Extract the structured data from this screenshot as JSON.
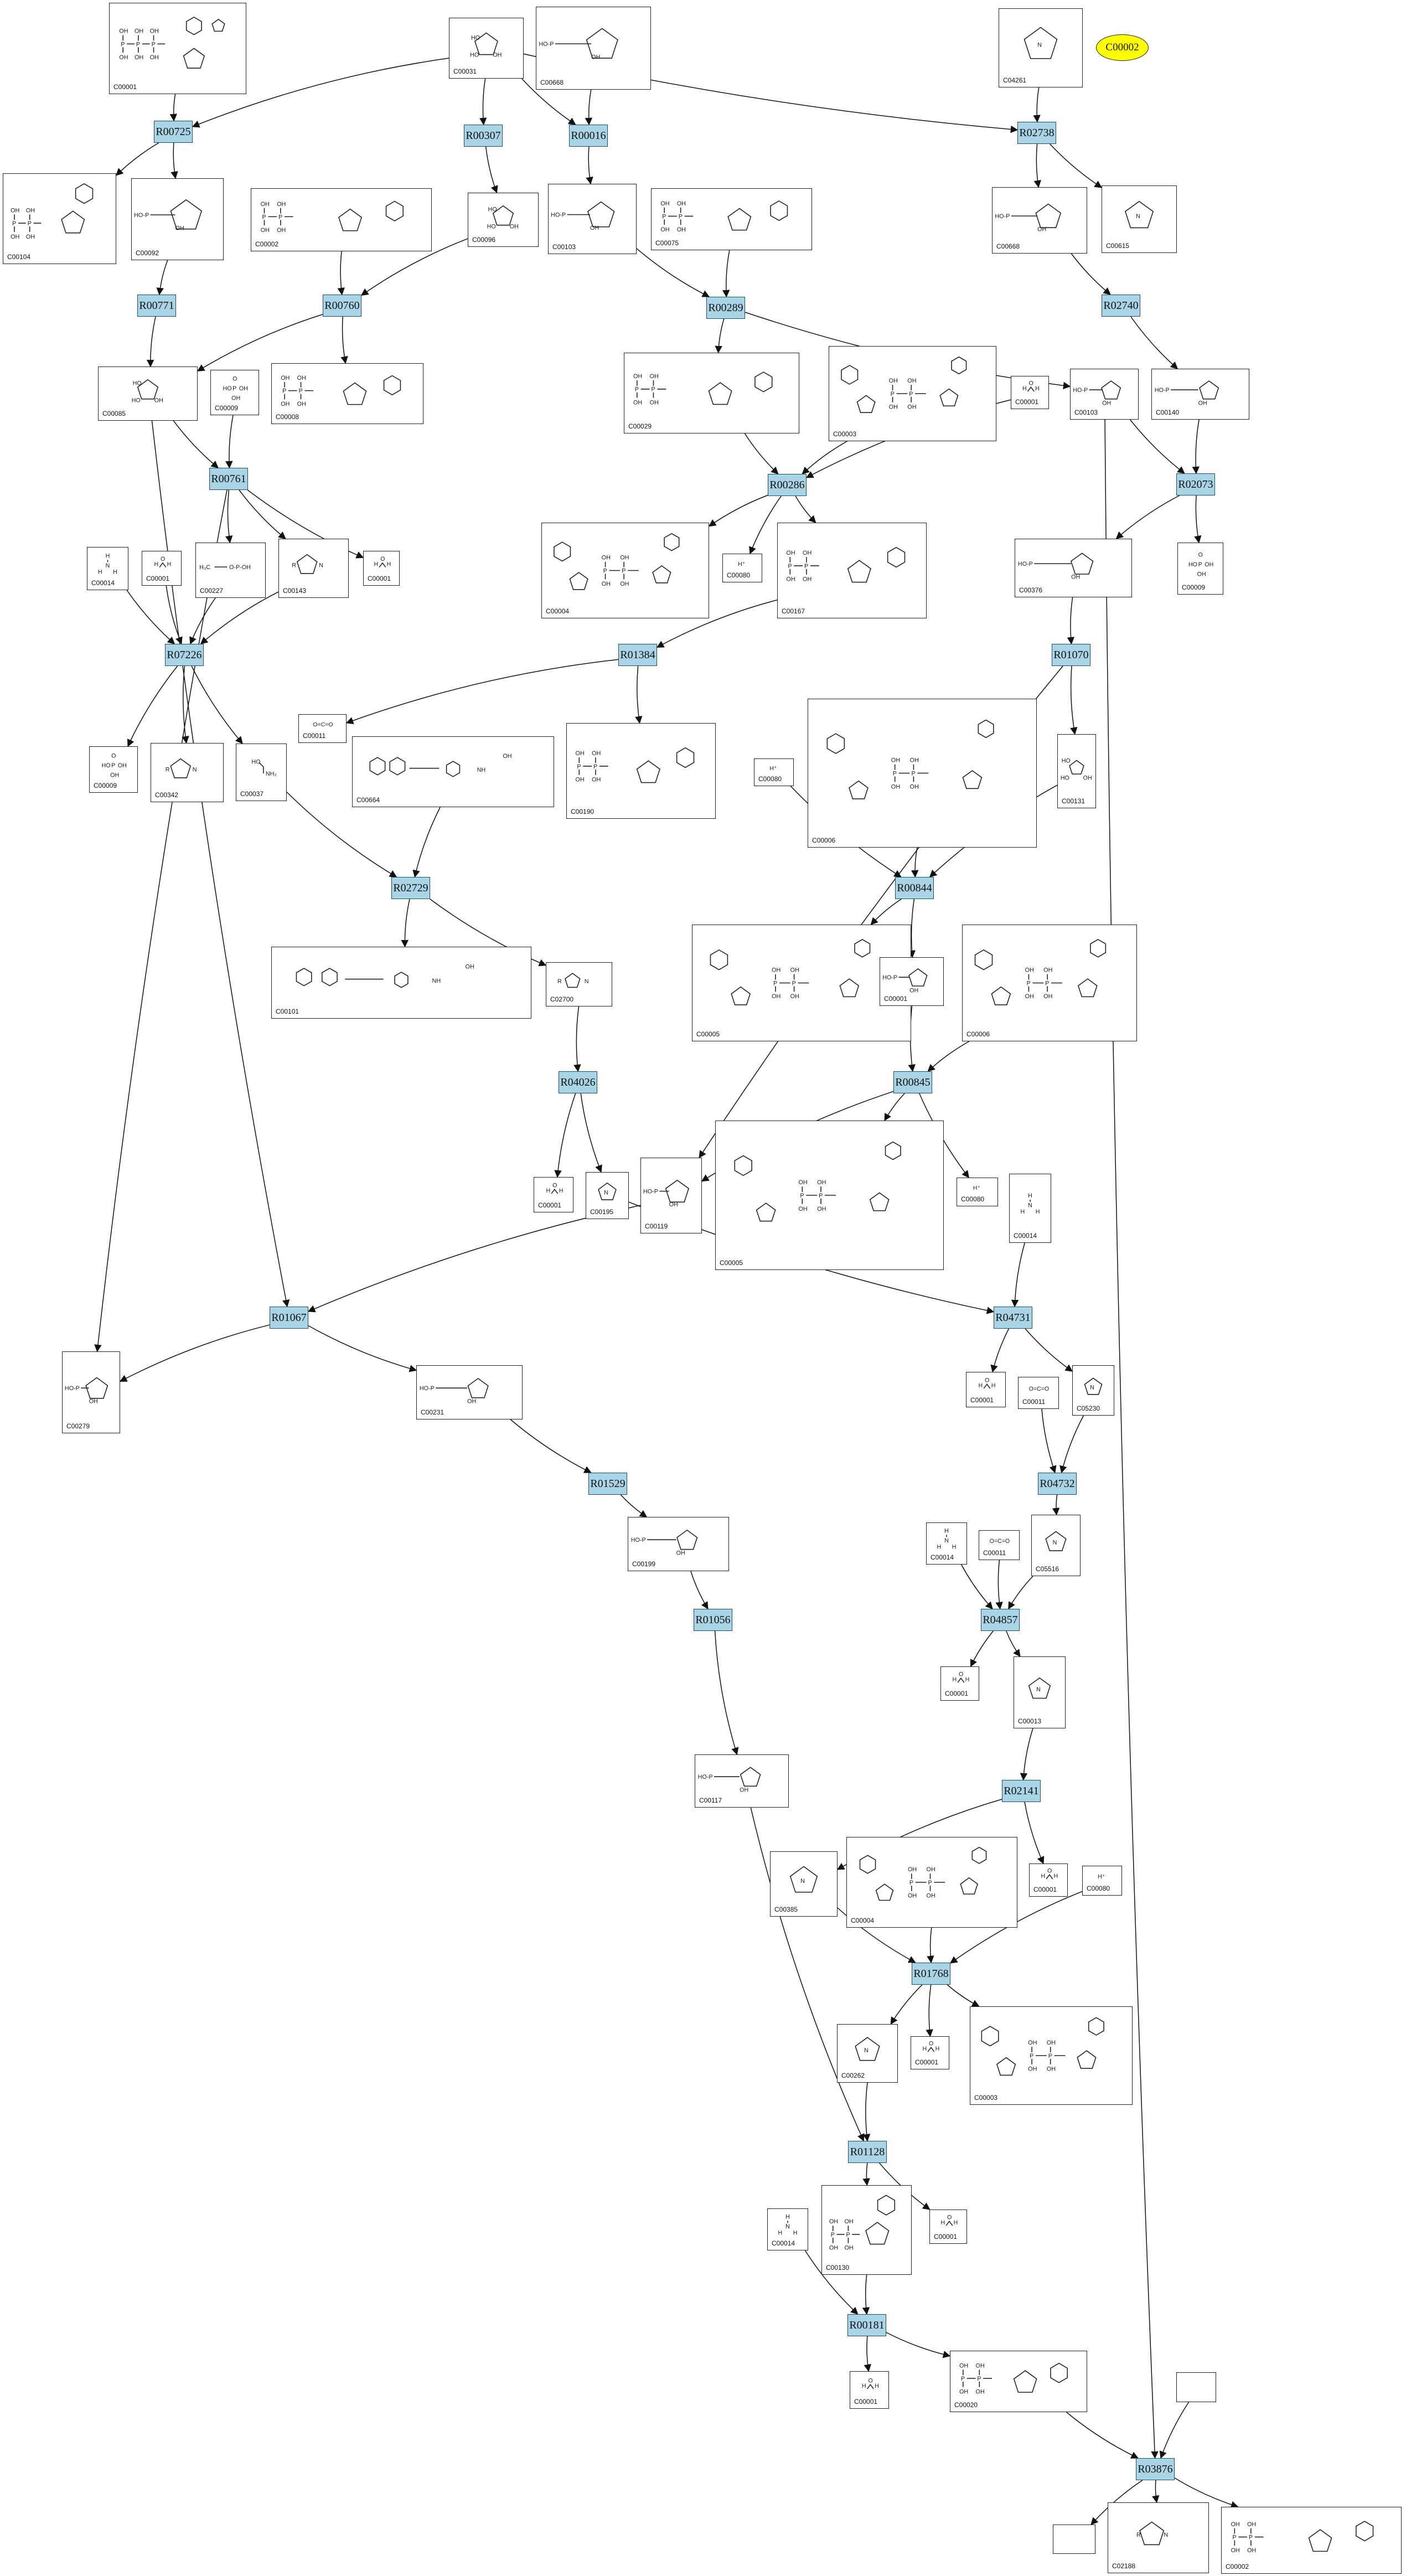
{
  "hub": "C00002",
  "reactions": [
    {
      "key": "R00725",
      "label": "R00725"
    },
    {
      "key": "R00307",
      "label": "R00307"
    },
    {
      "key": "R00016",
      "label": "R00016"
    },
    {
      "key": "R02738",
      "label": "R02738"
    },
    {
      "key": "R00771",
      "label": "R00771"
    },
    {
      "key": "R00760",
      "label": "R00760"
    },
    {
      "key": "R00289",
      "label": "R00289"
    },
    {
      "key": "R02740",
      "label": "R02740"
    },
    {
      "key": "R00761",
      "label": "R00761"
    },
    {
      "key": "R00286",
      "label": "R00286"
    },
    {
      "key": "R02073",
      "label": "R02073"
    },
    {
      "key": "R07226",
      "label": "R07226"
    },
    {
      "key": "R01384",
      "label": "R01384"
    },
    {
      "key": "R01070",
      "label": "R01070"
    },
    {
      "key": "R02729",
      "label": "R02729"
    },
    {
      "key": "R00844",
      "label": "R00844"
    },
    {
      "key": "R04026",
      "label": "R04026"
    },
    {
      "key": "R00845",
      "label": "R00845"
    },
    {
      "key": "R01067",
      "label": "R01067"
    },
    {
      "key": "R04731",
      "label": "R04731"
    },
    {
      "key": "R01529",
      "label": "R01529"
    },
    {
      "key": "R04732",
      "label": "R04732"
    },
    {
      "key": "R04857",
      "label": "R04857"
    },
    {
      "key": "R01056",
      "label": "R01056"
    },
    {
      "key": "R02141",
      "label": "R02141"
    },
    {
      "key": "R01768",
      "label": "R01768"
    },
    {
      "key": "R01128",
      "label": "R01128"
    },
    {
      "key": "R00181",
      "label": "R00181"
    },
    {
      "key": "R03876",
      "label": "R03876"
    }
  ],
  "compounds": [
    {
      "key": "c_C00001_a",
      "label": "C00001"
    },
    {
      "key": "c_C00031",
      "label": "C00031"
    },
    {
      "key": "c_C00668",
      "label": "C00668"
    },
    {
      "key": "c_C04261",
      "label": "C04261"
    },
    {
      "key": "c_C00104",
      "label": "C00104"
    },
    {
      "key": "c_C00092",
      "label": "C00092"
    },
    {
      "key": "c_C00002_b",
      "label": "C00002"
    },
    {
      "key": "c_C00096",
      "label": "C00096"
    },
    {
      "key": "c_C00103",
      "label": "C00103"
    },
    {
      "key": "c_C00075",
      "label": "C00075"
    },
    {
      "key": "c_C00668_b",
      "label": "C00668"
    },
    {
      "key": "c_C00615",
      "label": "C00615"
    },
    {
      "key": "c_C00085",
      "label": "C00085"
    },
    {
      "key": "c_C00009",
      "label": "C00009"
    },
    {
      "key": "c_C00008",
      "label": "C00008"
    },
    {
      "key": "c_C00029",
      "label": "C00029"
    },
    {
      "key": "c_C00003",
      "label": "C00003"
    },
    {
      "key": "c_C00001_w1",
      "label": "C00001"
    },
    {
      "key": "c_C00103_b",
      "label": "C00103"
    },
    {
      "key": "c_C00140",
      "label": "C00140"
    },
    {
      "key": "c_C00014",
      "label": "C00014"
    },
    {
      "key": "c_C00001_w2",
      "label": "C00001"
    },
    {
      "key": "c_C00227",
      "label": "C00227"
    },
    {
      "key": "c_C00143",
      "label": "C00143"
    },
    {
      "key": "c_C00001_w3",
      "label": "C00001"
    },
    {
      "key": "c_C00004",
      "label": "C00004"
    },
    {
      "key": "c_C00080",
      "label": "C00080"
    },
    {
      "key": "c_C00167",
      "label": "C00167"
    },
    {
      "key": "c_C00376",
      "label": "C00376"
    },
    {
      "key": "c_C00009_b",
      "label": "C00009"
    },
    {
      "key": "c_C00011",
      "label": "C00011"
    },
    {
      "key": "c_C00009_c",
      "label": "C00009"
    },
    {
      "key": "c_C00342",
      "label": "C00342"
    },
    {
      "key": "c_C00037",
      "label": "C00037"
    },
    {
      "key": "c_C00664",
      "label": "C00664"
    },
    {
      "key": "c_C00190",
      "label": "C00190"
    },
    {
      "key": "c_C00080_b",
      "label": "C00080"
    },
    {
      "key": "c_C00006",
      "label": "C00006"
    },
    {
      "key": "c_C00131",
      "label": "C00131"
    },
    {
      "key": "c_C00101",
      "label": "C00101"
    },
    {
      "key": "c_C02700",
      "label": "C02700"
    },
    {
      "key": "c_C00005",
      "label": "C00005"
    },
    {
      "key": "c_C00001_w4",
      "label": "C00001"
    },
    {
      "key": "c_C00006_b",
      "label": "C00006"
    },
    {
      "key": "c_C00001_w5",
      "label": "C00001"
    },
    {
      "key": "c_C00195",
      "label": "C00195"
    },
    {
      "key": "c_C00119",
      "label": "C00119"
    },
    {
      "key": "c_C00005_b",
      "label": "C00005"
    },
    {
      "key": "c_C00080_c",
      "label": "C00080"
    },
    {
      "key": "c_C00014_b",
      "label": "C00014"
    },
    {
      "key": "c_C00279",
      "label": "C00279"
    },
    {
      "key": "c_C00231",
      "label": "C00231"
    },
    {
      "key": "c_C00001_w6",
      "label": "C00001"
    },
    {
      "key": "c_C00011_b",
      "label": "C00011"
    },
    {
      "key": "c_C05230",
      "label": "C05230"
    },
    {
      "key": "c_C00199",
      "label": "C00199"
    },
    {
      "key": "c_C00014_c",
      "label": "C00014"
    },
    {
      "key": "c_C00011_c",
      "label": "C00011"
    },
    {
      "key": "c_C05516",
      "label": "C05516"
    },
    {
      "key": "c_C00001_w7",
      "label": "C00001"
    },
    {
      "key": "c_C00013",
      "label": "C00013"
    },
    {
      "key": "c_C00117",
      "label": "C00117"
    },
    {
      "key": "c_C00001_w8",
      "label": "C00001"
    },
    {
      "key": "c_C00080_d",
      "label": "C00080"
    },
    {
      "key": "c_C00385",
      "label": "C00385"
    },
    {
      "key": "c_C00004_b",
      "label": "C00004"
    },
    {
      "key": "c_C00262",
      "label": "C00262"
    },
    {
      "key": "c_C00001_w9",
      "label": "C00001"
    },
    {
      "key": "c_C00003_b",
      "label": "C00003"
    },
    {
      "key": "c_C00130",
      "label": "C00130"
    },
    {
      "key": "c_C00014_d",
      "label": "C00014"
    },
    {
      "key": "c_C00001_w10",
      "label": "C00001"
    },
    {
      "key": "c_C00001_w11",
      "label": "C00001"
    },
    {
      "key": "c_C00020",
      "label": "C00020"
    },
    {
      "key": "c_blank1",
      "label": ""
    },
    {
      "key": "c_blank2",
      "label": ""
    },
    {
      "key": "c_C02188",
      "label": "C02188"
    },
    {
      "key": "c_C00002_c",
      "label": "C00002"
    }
  ],
  "edges": [
    [
      "c_C00031",
      "R00725"
    ],
    [
      "c_C00031",
      "R00307"
    ],
    [
      "c_C00031",
      "R00016"
    ],
    [
      "c_C00031",
      "R02738"
    ],
    [
      "c_C00001_a",
      "R00725"
    ],
    [
      "c_C00668",
      "R00016"
    ],
    [
      "c_C04261",
      "R02738"
    ],
    [
      "R00725",
      "c_C00104"
    ],
    [
      "R00725",
      "c_C00092"
    ],
    [
      "R00307",
      "c_C00096"
    ],
    [
      "R00016",
      "c_C00103"
    ],
    [
      "R02738",
      "c_C00668_b"
    ],
    [
      "R02738",
      "c_C00615"
    ],
    [
      "c_C00092",
      "R00771"
    ],
    [
      "c_C00002_b",
      "R00760"
    ],
    [
      "c_C00096",
      "R00760"
    ],
    [
      "c_C00103",
      "R00289"
    ],
    [
      "c_C00075",
      "R00289"
    ],
    [
      "c_C00668_b",
      "R02740"
    ],
    [
      "R00771",
      "c_C00085"
    ],
    [
      "R00760",
      "c_C00085"
    ],
    [
      "R00760",
      "c_C00008"
    ],
    [
      "R00289",
      "c_C00029"
    ],
    [
      "R00289",
      "c_C00103_b"
    ],
    [
      "R02740",
      "c_C00140"
    ],
    [
      "c_C00085",
      "R00761"
    ],
    [
      "c_C00009",
      "R00761"
    ],
    [
      "c_C00085",
      "R01067"
    ],
    [
      "c_C00029",
      "R00286"
    ],
    [
      "c_C00003",
      "R00286"
    ],
    [
      "c_C00001_w1",
      "R00286"
    ],
    [
      "c_C00103_b",
      "R02073"
    ],
    [
      "c_C00140",
      "R02073"
    ],
    [
      "c_C00103_b",
      "R03876"
    ],
    [
      "R00761",
      "c_C00227"
    ],
    [
      "R00761",
      "c_C00143"
    ],
    [
      "R00761",
      "c_C00001_w3"
    ],
    [
      "R00761",
      "c_C00279"
    ],
    [
      "c_C00014",
      "R07226"
    ],
    [
      "c_C00001_w2",
      "R07226"
    ],
    [
      "c_C00227",
      "R07226"
    ],
    [
      "c_C00143",
      "R07226"
    ],
    [
      "R00286",
      "c_C00004"
    ],
    [
      "R00286",
      "c_C00080"
    ],
    [
      "R00286",
      "c_C00167"
    ],
    [
      "R02073",
      "c_C00376"
    ],
    [
      "R02073",
      "c_C00009_b"
    ],
    [
      "c_C00167",
      "R01384"
    ],
    [
      "c_C00376",
      "R01070"
    ],
    [
      "R07226",
      "c_C00009_c"
    ],
    [
      "R07226",
      "c_C00342"
    ],
    [
      "R07226",
      "c_C00037"
    ],
    [
      "R01384",
      "c_C00011"
    ],
    [
      "R01384",
      "c_C00190"
    ],
    [
      "R01070",
      "c_C00131"
    ],
    [
      "R01070",
      "c_C00119"
    ],
    [
      "c_C00037",
      "R02729"
    ],
    [
      "c_C00664",
      "R02729"
    ],
    [
      "c_C00080_b",
      "R00844"
    ],
    [
      "c_C00006",
      "R00844"
    ],
    [
      "c_C00131",
      "R00844"
    ],
    [
      "R02729",
      "c_C00101"
    ],
    [
      "R02729",
      "c_C02700"
    ],
    [
      "R00844",
      "c_C00005"
    ],
    [
      "R00844",
      "c_C00001_w4"
    ],
    [
      "c_C02700",
      "R04026"
    ],
    [
      "c_C00001_w4",
      "R00845"
    ],
    [
      "c_C00006_b",
      "R00845"
    ],
    [
      "R04026",
      "c_C00001_w5"
    ],
    [
      "R04026",
      "c_C00195"
    ],
    [
      "R00845",
      "c_C00119"
    ],
    [
      "R00845",
      "c_C00005_b"
    ],
    [
      "R00845",
      "c_C00080_c"
    ],
    [
      "c_C00119",
      "R01067"
    ],
    [
      "c_C00195",
      "R04731"
    ],
    [
      "c_C00014_b",
      "R04731"
    ],
    [
      "R01067",
      "c_C00279"
    ],
    [
      "R01067",
      "c_C00231"
    ],
    [
      "R04731",
      "c_C00001_w6"
    ],
    [
      "R04731",
      "c_C05230"
    ],
    [
      "c_C00231",
      "R01529"
    ],
    [
      "c_C00011_b",
      "R04732"
    ],
    [
      "c_C05230",
      "R04732"
    ],
    [
      "R01529",
      "c_C00199"
    ],
    [
      "R04732",
      "c_C05516"
    ],
    [
      "c_C00199",
      "R01056"
    ],
    [
      "c_C00014_c",
      "R04857"
    ],
    [
      "c_C00011_c",
      "R04857"
    ],
    [
      "c_C05516",
      "R04857"
    ],
    [
      "R04857",
      "c_C00001_w7"
    ],
    [
      "R04857",
      "c_C00013"
    ],
    [
      "R01056",
      "c_C00117"
    ],
    [
      "c_C00013",
      "R02141"
    ],
    [
      "R02141",
      "c_C00385"
    ],
    [
      "R02141",
      "c_C00001_w8"
    ],
    [
      "c_C00385",
      "R01768"
    ],
    [
      "c_C00004_b",
      "R01768"
    ],
    [
      "c_C00080_d",
      "R01768"
    ],
    [
      "R01768",
      "c_C00262"
    ],
    [
      "R01768",
      "c_C00001_w9"
    ],
    [
      "R01768",
      "c_C00003_b"
    ],
    [
      "c_C00262",
      "R01128"
    ],
    [
      "c_C00117",
      "R01128"
    ],
    [
      "R01128",
      "c_C00130"
    ],
    [
      "R01128",
      "c_C00001_w10"
    ],
    [
      "c_C00130",
      "R00181"
    ],
    [
      "c_C00014_d",
      "R00181"
    ],
    [
      "R00181",
      "c_C00001_w11"
    ],
    [
      "R00181",
      "c_C00020"
    ],
    [
      "c_C00020",
      "R03876"
    ],
    [
      "c_blank1",
      "R03876"
    ],
    [
      "R03876",
      "c_blank2"
    ],
    [
      "R03876",
      "c_C02188"
    ],
    [
      "R03876",
      "c_C00002_c"
    ]
  ]
}
